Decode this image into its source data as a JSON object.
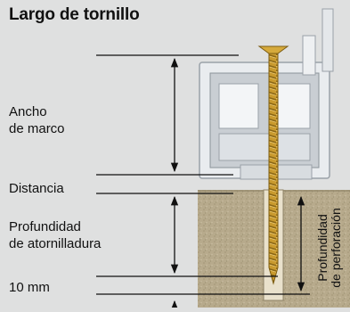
{
  "title": "Largo de tornillo",
  "labels": {
    "frame_width_1": "Ancho",
    "frame_width_2": "de marco",
    "distance": "Distancia",
    "screw_depth_1": "Profundidad",
    "screw_depth_2": "de atornilladura",
    "extra": "10 mm",
    "drill_depth_1": "Profundidad",
    "drill_depth_2": "de perforación"
  },
  "colors": {
    "background": "#dfe0e0",
    "concrete": "#b9ac8f",
    "screw": "#c99a2e",
    "frame": "#e6e9ec",
    "lines": "#111111"
  }
}
